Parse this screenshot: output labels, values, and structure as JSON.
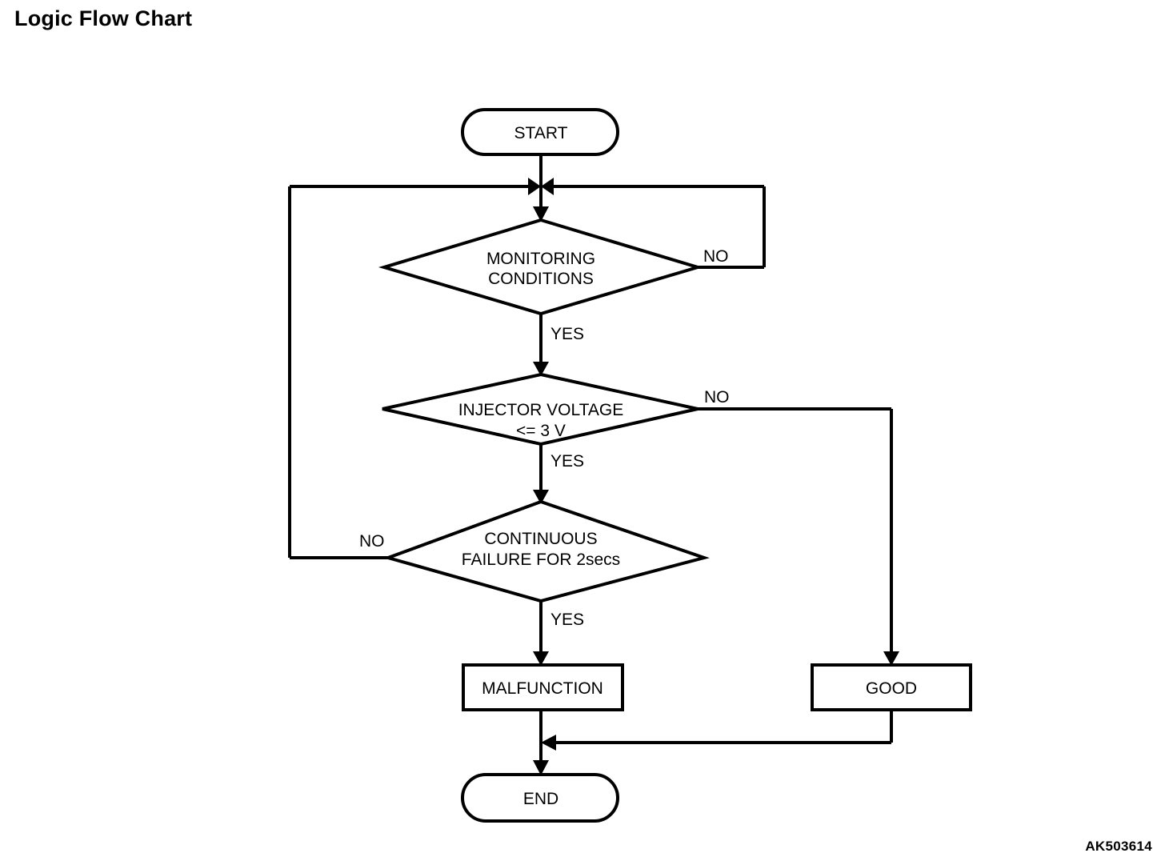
{
  "page": {
    "title": "Logic Flow Chart",
    "watermark": "AK503614",
    "background_color": "#ffffff",
    "line_color": "#000000"
  },
  "chart_data": {
    "type": "diagram",
    "diagram_kind": "flowchart",
    "title": "Logic Flow Chart",
    "nodes": [
      {
        "id": "start",
        "shape": "stadium",
        "label": "START"
      },
      {
        "id": "monitoring",
        "shape": "diamond",
        "label_line1": "MONITORING",
        "label_line2": "CONDITIONS"
      },
      {
        "id": "injector",
        "shape": "diamond",
        "label_line1": "INJECTOR VOLTAGE",
        "label_line2": "<= 3 V"
      },
      {
        "id": "continuous",
        "shape": "diamond",
        "label_line1": "CONTINUOUS",
        "label_line2": "FAILURE FOR 2secs"
      },
      {
        "id": "malfunction",
        "shape": "rect",
        "label": "MALFUNCTION"
      },
      {
        "id": "good",
        "shape": "rect",
        "label": "GOOD"
      },
      {
        "id": "end",
        "shape": "stadium",
        "label": "END"
      }
    ],
    "edges": [
      {
        "from": "start",
        "to": "monitoring",
        "label": ""
      },
      {
        "from": "monitoring",
        "to": "monitoring_loop_top",
        "label": "NO",
        "direction": "right-up-loop"
      },
      {
        "from": "monitoring",
        "to": "injector",
        "label": "YES",
        "direction": "down"
      },
      {
        "from": "injector",
        "to": "good",
        "label": "NO",
        "direction": "right-down"
      },
      {
        "from": "injector",
        "to": "continuous",
        "label": "YES",
        "direction": "down"
      },
      {
        "from": "continuous",
        "to": "monitoring_loop_top",
        "label": "NO",
        "direction": "left-up-loop"
      },
      {
        "from": "continuous",
        "to": "malfunction",
        "label": "YES",
        "direction": "down"
      },
      {
        "from": "malfunction",
        "to": "end",
        "label": "",
        "direction": "down"
      },
      {
        "from": "good",
        "to": "end",
        "label": "",
        "direction": "down-left-merge"
      }
    ]
  },
  "labels": {
    "start": "START",
    "monitoring_line1": "MONITORING",
    "monitoring_line2": "CONDITIONS",
    "monitoring_no": "NO",
    "monitoring_yes": "YES",
    "injector_line1": "INJECTOR VOLTAGE",
    "injector_line2": "<= 3 V",
    "injector_no": "NO",
    "injector_yes": "YES",
    "continuous_line1": "CONTINUOUS",
    "continuous_line2": "FAILURE FOR 2secs",
    "continuous_no": "NO",
    "continuous_yes": "YES",
    "malfunction": "MALFUNCTION",
    "good": "GOOD",
    "end": "END"
  }
}
